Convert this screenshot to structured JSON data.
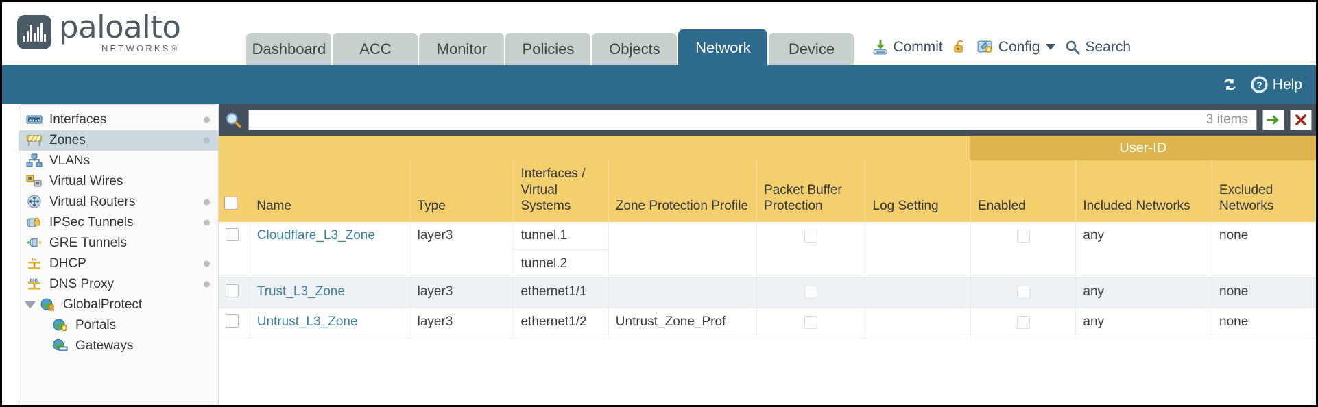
{
  "brand": {
    "name": "paloalto",
    "sub": "NETWORKS®",
    "logo_icon": "paloalto-waveform-logo"
  },
  "tabs": [
    {
      "label": "Dashboard",
      "active": false
    },
    {
      "label": "ACC",
      "active": false
    },
    {
      "label": "Monitor",
      "active": false
    },
    {
      "label": "Policies",
      "active": false
    },
    {
      "label": "Objects",
      "active": false
    },
    {
      "label": "Network",
      "active": true
    },
    {
      "label": "Device",
      "active": false
    }
  ],
  "header_actions": {
    "commit": "Commit",
    "lock_icon": "unlocked-padlock-icon",
    "config": "Config",
    "search": "Search"
  },
  "blue_band": {
    "refresh_icon": "refresh-icon",
    "help": "Help"
  },
  "sidebar": {
    "items": [
      {
        "label": "Interfaces",
        "icon": "interfaces-icon",
        "selected": false,
        "dot": true,
        "child": false,
        "twisty": false
      },
      {
        "label": "Zones",
        "icon": "zones-barrier-icon",
        "selected": true,
        "dot": true,
        "child": false,
        "twisty": false
      },
      {
        "label": "VLANs",
        "icon": "vlans-icon",
        "selected": false,
        "dot": false,
        "child": false,
        "twisty": false
      },
      {
        "label": "Virtual Wires",
        "icon": "virtual-wires-icon",
        "selected": false,
        "dot": false,
        "child": false,
        "twisty": false
      },
      {
        "label": "Virtual Routers",
        "icon": "virtual-routers-icon",
        "selected": false,
        "dot": true,
        "child": false,
        "twisty": false
      },
      {
        "label": "IPSec Tunnels",
        "icon": "ipsec-tunnel-icon",
        "selected": false,
        "dot": true,
        "child": false,
        "twisty": false
      },
      {
        "label": "GRE Tunnels",
        "icon": "gre-tunnel-icon",
        "selected": false,
        "dot": false,
        "child": false,
        "twisty": false
      },
      {
        "label": "DHCP",
        "icon": "dhcp-ip-icon",
        "selected": false,
        "dot": true,
        "child": false,
        "twisty": false
      },
      {
        "label": "DNS Proxy",
        "icon": "dns-proxy-icon",
        "selected": false,
        "dot": true,
        "child": false,
        "twisty": false
      },
      {
        "label": "GlobalProtect",
        "icon": "globalprotect-icon",
        "selected": false,
        "dot": false,
        "child": false,
        "twisty": true
      },
      {
        "label": "Portals",
        "icon": "portals-icon",
        "selected": false,
        "dot": false,
        "child": true,
        "twisty": false
      },
      {
        "label": "Gateways",
        "icon": "gateways-icon",
        "selected": false,
        "dot": false,
        "child": true,
        "twisty": false
      }
    ]
  },
  "search": {
    "icon": "magnifier-icon",
    "value": "",
    "item_count": "3 items",
    "apply_icon": "green-arrow-apply-icon",
    "clear_icon": "red-x-clear-icon"
  },
  "table": {
    "group_header": "User-ID",
    "columns": [
      "Name",
      "Type",
      "Interfaces / Virtual Systems",
      "Zone Protection Profile",
      "Packet Buffer Protection",
      "Log Setting",
      "Enabled",
      "Included Networks",
      "Excluded Networks"
    ],
    "rows": [
      {
        "name": "Cloudflare_L3_Zone",
        "type": "layer3",
        "interfaces": [
          "tunnel.1",
          "tunnel.2"
        ],
        "zone_protection_profile": "",
        "packet_buffer_protection": false,
        "log_setting": "",
        "userid_enabled": false,
        "included_networks": "any",
        "excluded_networks": "none"
      },
      {
        "name": "Trust_L3_Zone",
        "type": "layer3",
        "interfaces": [
          "ethernet1/1"
        ],
        "zone_protection_profile": "",
        "packet_buffer_protection": false,
        "log_setting": "",
        "userid_enabled": false,
        "included_networks": "any",
        "excluded_networks": "none"
      },
      {
        "name": "Untrust_L3_Zone",
        "type": "layer3",
        "interfaces": [
          "ethernet1/2"
        ],
        "zone_protection_profile": "Untrust_Zone_Prof",
        "packet_buffer_protection": false,
        "log_setting": "",
        "userid_enabled": false,
        "included_networks": "any",
        "excluded_networks": "none"
      }
    ]
  },
  "colors": {
    "active_tab": "#2e6a8e",
    "band": "#2e6a8a",
    "tab_inactive": "#c6d0ce",
    "table_header": "#f3cf6e",
    "group_header": "#deb44d",
    "link": "#3d80a0",
    "searchbar": "#434f5a"
  }
}
